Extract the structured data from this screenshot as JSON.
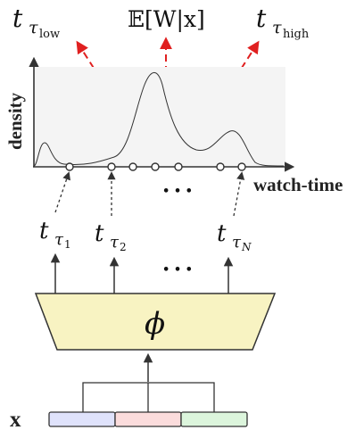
{
  "outputs": {
    "low_base": "t",
    "low_sub_tau": "τ",
    "low_sub_sub": "low",
    "expectation": "𝔼[W|x]",
    "high_base": "t",
    "high_sub_tau": "τ",
    "high_sub_sub": "high"
  },
  "axes": {
    "ylabel": "density",
    "xlabel": "watch-time",
    "ellipsis": "• • •"
  },
  "quantiles": {
    "q1_base": "t",
    "q1_tau": "τ",
    "q1_sub": "1",
    "q2_base": "t",
    "q2_tau": "τ",
    "q2_sub": "2",
    "qn_base": "t",
    "qn_tau": "τ",
    "qn_sub": "N",
    "ellipsis": "• • •"
  },
  "model": {
    "phi_label": "ϕ",
    "input_label": "x"
  },
  "colors": {
    "arrow_red": "#e02020",
    "trapezoid_fill": "#f8f3c2",
    "segment_blue": "#dfe2fb",
    "segment_red": "#fbdcdc",
    "segment_green": "#dcf5dc"
  }
}
